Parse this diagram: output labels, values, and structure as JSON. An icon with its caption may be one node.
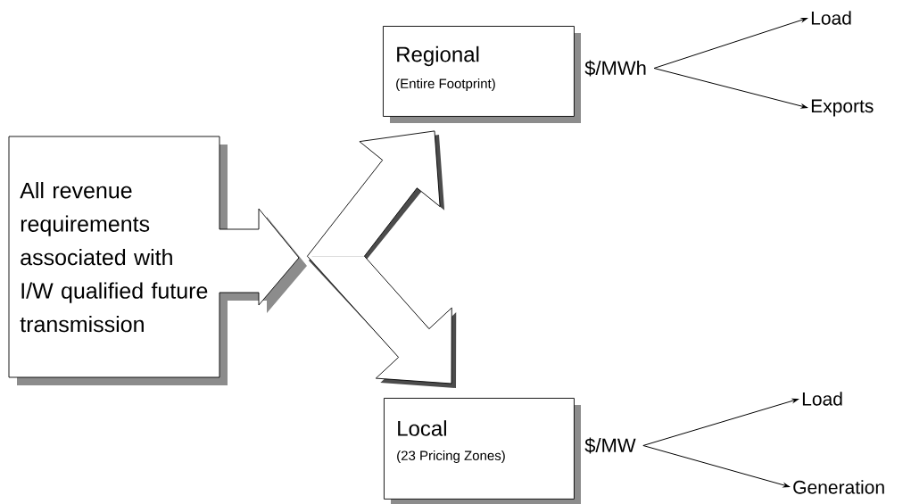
{
  "diagram": {
    "nodes": [
      {
        "text": [
          "All revenue requirements associated with I/W qualified future transmission"
        ]
      },
      {
        "text": [
          "Regional",
          "(Entire Footprint)"
        ],
        "beside": [
          "$/MWh"
        ]
      },
      {
        "text": [
          "Local",
          "(23 Pricing Zones)"
        ],
        "beside": [
          "$/MW"
        ]
      },
      {
        "text": [
          "Load"
        ]
      },
      {
        "text": [
          "Exports"
        ]
      },
      {
        "text": [
          "Load"
        ]
      },
      {
        "text": [
          "Generation"
        ]
      }
    ],
    "edges": [
      {
        "from": 0,
        "to": 1,
        "arrow": "to",
        "style": "thick"
      },
      {
        "from": 0,
        "to": 2,
        "arrow": "to",
        "style": "thick"
      },
      {
        "from": 1,
        "to": 3,
        "arrow": "to"
      },
      {
        "from": 1,
        "to": 4,
        "arrow": "to"
      },
      {
        "from": 2,
        "to": 5,
        "arrow": "to"
      },
      {
        "from": 2,
        "to": 6,
        "arrow": "to"
      }
    ]
  }
}
